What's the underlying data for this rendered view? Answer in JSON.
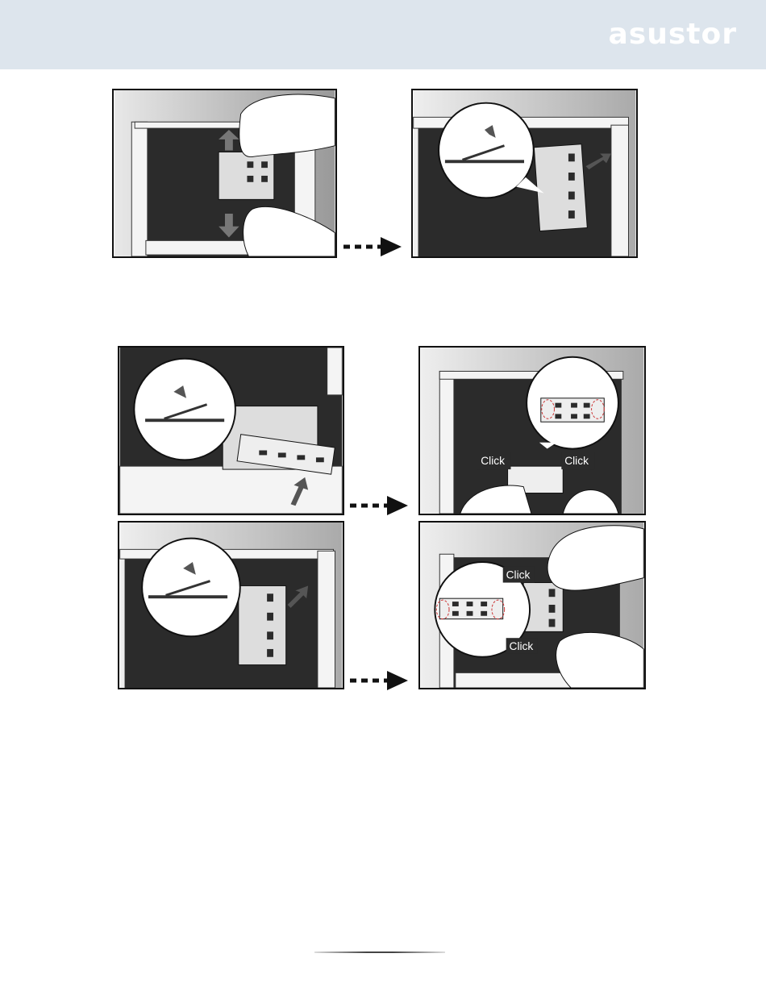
{
  "header": {
    "brand": "asustor"
  },
  "panels": {
    "p4": {
      "label_click": "Click",
      "label_click2": "Click"
    },
    "p6": {
      "label_click": "Click",
      "label_click2": "Click"
    }
  },
  "colors": {
    "header_bg": "#dde5ed",
    "dark": "#2b2b2b"
  }
}
